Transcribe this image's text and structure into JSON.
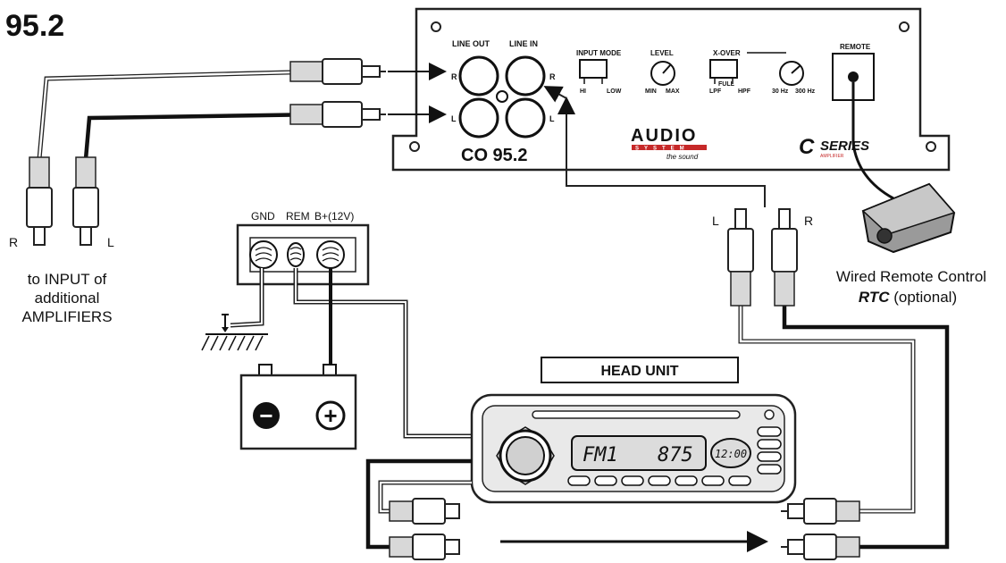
{
  "model_number": "95.2",
  "amplifier": {
    "model_label": "CO 95.2",
    "line_out_label": "LINE OUT",
    "line_in_label": "LINE IN",
    "r_label": "R",
    "l_label": "L",
    "input_mode_label": "INPUT MODE",
    "hi_label": "HI",
    "low_label": "LOW",
    "level_label": "LEVEL",
    "min_label": "MIN",
    "max_label": "MAX",
    "xover_label": "X-OVER",
    "full_label": "FULL",
    "lpf_label": "LPF",
    "hpf_label": "HPF",
    "freq_low_label": "30 Hz",
    "freq_high_label": "300 Hz",
    "remote_label": "REMOTE",
    "brand_top": "AUDIO",
    "brand_bottom": "SYSTEM",
    "brand_tagline": "the sound",
    "series_label": "SERIES",
    "series_sub": "AMPLIFIER"
  },
  "power": {
    "gnd_label": "GND",
    "rem_label": "REM",
    "bplus_label": "B+(12V)",
    "minus_symbol": "−",
    "plus_symbol": "+"
  },
  "left_outputs": {
    "r_label": "R",
    "l_label": "L",
    "caption_line1": "to INPUT of",
    "caption_line2": "additional",
    "caption_line3": "AMPLIFIERS"
  },
  "head_unit": {
    "title": "HEAD UNIT",
    "display_band": "FM1",
    "display_freq": "875",
    "display_clock": "12:00"
  },
  "head_unit_rca": {
    "l_label": "L",
    "r_label": "R"
  },
  "remote_control": {
    "caption_line1": "Wired Remote Control",
    "caption_name": "RTC",
    "caption_suffix": " (optional)"
  }
}
